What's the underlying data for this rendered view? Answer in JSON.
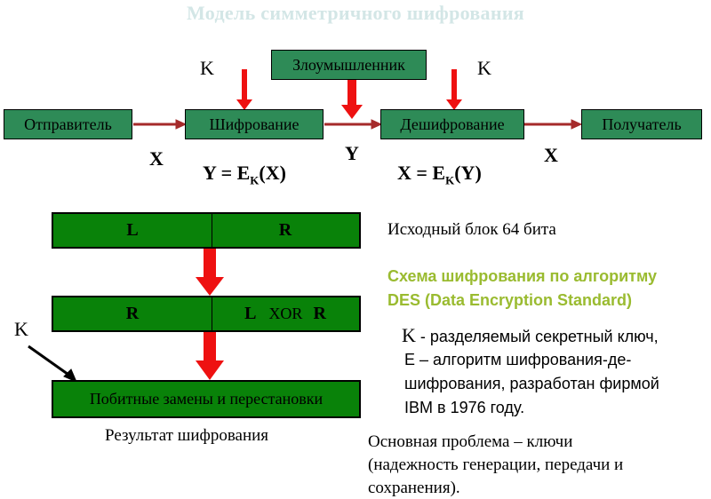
{
  "title": "Модель симметричного шифрования",
  "flow": {
    "sender": "Отправитель",
    "encrypt": "Шифрование",
    "intruder": "Злоумышленник",
    "decrypt": "Дешифрование",
    "receiver": "Получатель",
    "key_left": "K",
    "key_right": "K",
    "x_left": "X",
    "y_mid": "Y",
    "x_right": "X",
    "formula_enc_lhs": "Y = E",
    "formula_enc_sub": "K",
    "formula_enc_rhs": "(X)",
    "formula_dec_lhs": "X = E",
    "formula_dec_sub": "K",
    "formula_dec_rhs": "(Y)"
  },
  "des": {
    "block1_left": "L",
    "block1_right": "R",
    "block2_left": "R",
    "block2_right_l": "L",
    "block2_xor": "XOR",
    "block2_right_r": "R",
    "key_label": "K",
    "substitution": "Побитные замены и перестановки",
    "result": "Результат шифрования"
  },
  "notes": {
    "source_block": "Исходный блок 64 бита",
    "scheme_line1": "Схема шифрования по алгоритму",
    "scheme_line2": "DES (Data Encryption Standard)",
    "key_desc_k": "K",
    "key_desc_rest": " - разделяемый секретный ключ,",
    "alg_line1": "E – алгоритм шифрования-де-",
    "alg_line2": "шифрования, разработан фирмой",
    "alg_line3": "IBM в 1976 году.",
    "problem_line1": "Основная проблема – ключи",
    "problem_line2": "(надежность генерации, передачи и",
    "problem_line3": "сохранения)."
  },
  "colors": {
    "flow_box": "#2e8b57",
    "des_box": "#098209",
    "arrow_red": "#ee1111",
    "title": "#d3e6e6",
    "scheme_title": "#9abb30"
  }
}
